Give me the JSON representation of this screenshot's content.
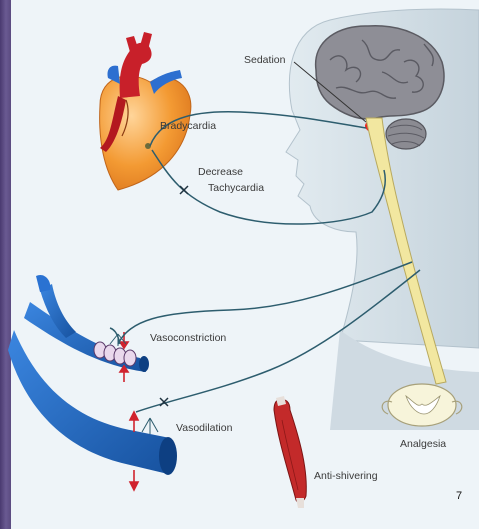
{
  "labels": {
    "sedation": "Sedation",
    "bradycardia": "Bradycardia",
    "decrease": "Decrease",
    "tachycardia": "Tachycardia",
    "vasoconstriction": "Vasoconstriction",
    "vasodilation": "Vasodilation",
    "analgesia": "Analgesia",
    "anti_shivering": "Anti-shivering"
  },
  "page_number": "7",
  "colors": {
    "sidebar": "#5a4a80",
    "head_skin": "#cfdbe2",
    "brain": "#8e8e96",
    "spinal_cord": "#f2e7a0",
    "heart": "#f0932e",
    "artery_red": "#c8202a",
    "vessel_blue": "#1f64c4",
    "muscle": "#c32a2a",
    "nerve_line": "#2d5d6e",
    "arrow_red": "#d0232e"
  }
}
